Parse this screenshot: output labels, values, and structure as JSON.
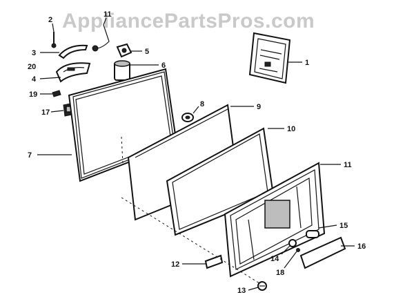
{
  "watermark": "AppliancePartsPros.com",
  "callouts": [
    {
      "id": "1",
      "label": "1"
    },
    {
      "id": "2",
      "label": "2"
    },
    {
      "id": "3",
      "label": "3"
    },
    {
      "id": "4",
      "label": "4"
    },
    {
      "id": "5",
      "label": "5"
    },
    {
      "id": "6",
      "label": "6"
    },
    {
      "id": "7",
      "label": "7"
    },
    {
      "id": "8",
      "label": "8"
    },
    {
      "id": "9",
      "label": "9"
    },
    {
      "id": "10",
      "label": "10"
    },
    {
      "id": "11",
      "label": "11"
    },
    {
      "id": "12",
      "label": "12"
    },
    {
      "id": "13",
      "label": "13"
    },
    {
      "id": "14",
      "label": "14"
    },
    {
      "id": "15",
      "label": "15"
    },
    {
      "id": "16",
      "label": "16"
    },
    {
      "id": "17",
      "label": "17"
    },
    {
      "id": "18",
      "label": "18"
    },
    {
      "id": "19",
      "label": "19"
    },
    {
      "id": "20",
      "label": "20"
    },
    {
      "id": "21",
      "label": "11"
    }
  ]
}
